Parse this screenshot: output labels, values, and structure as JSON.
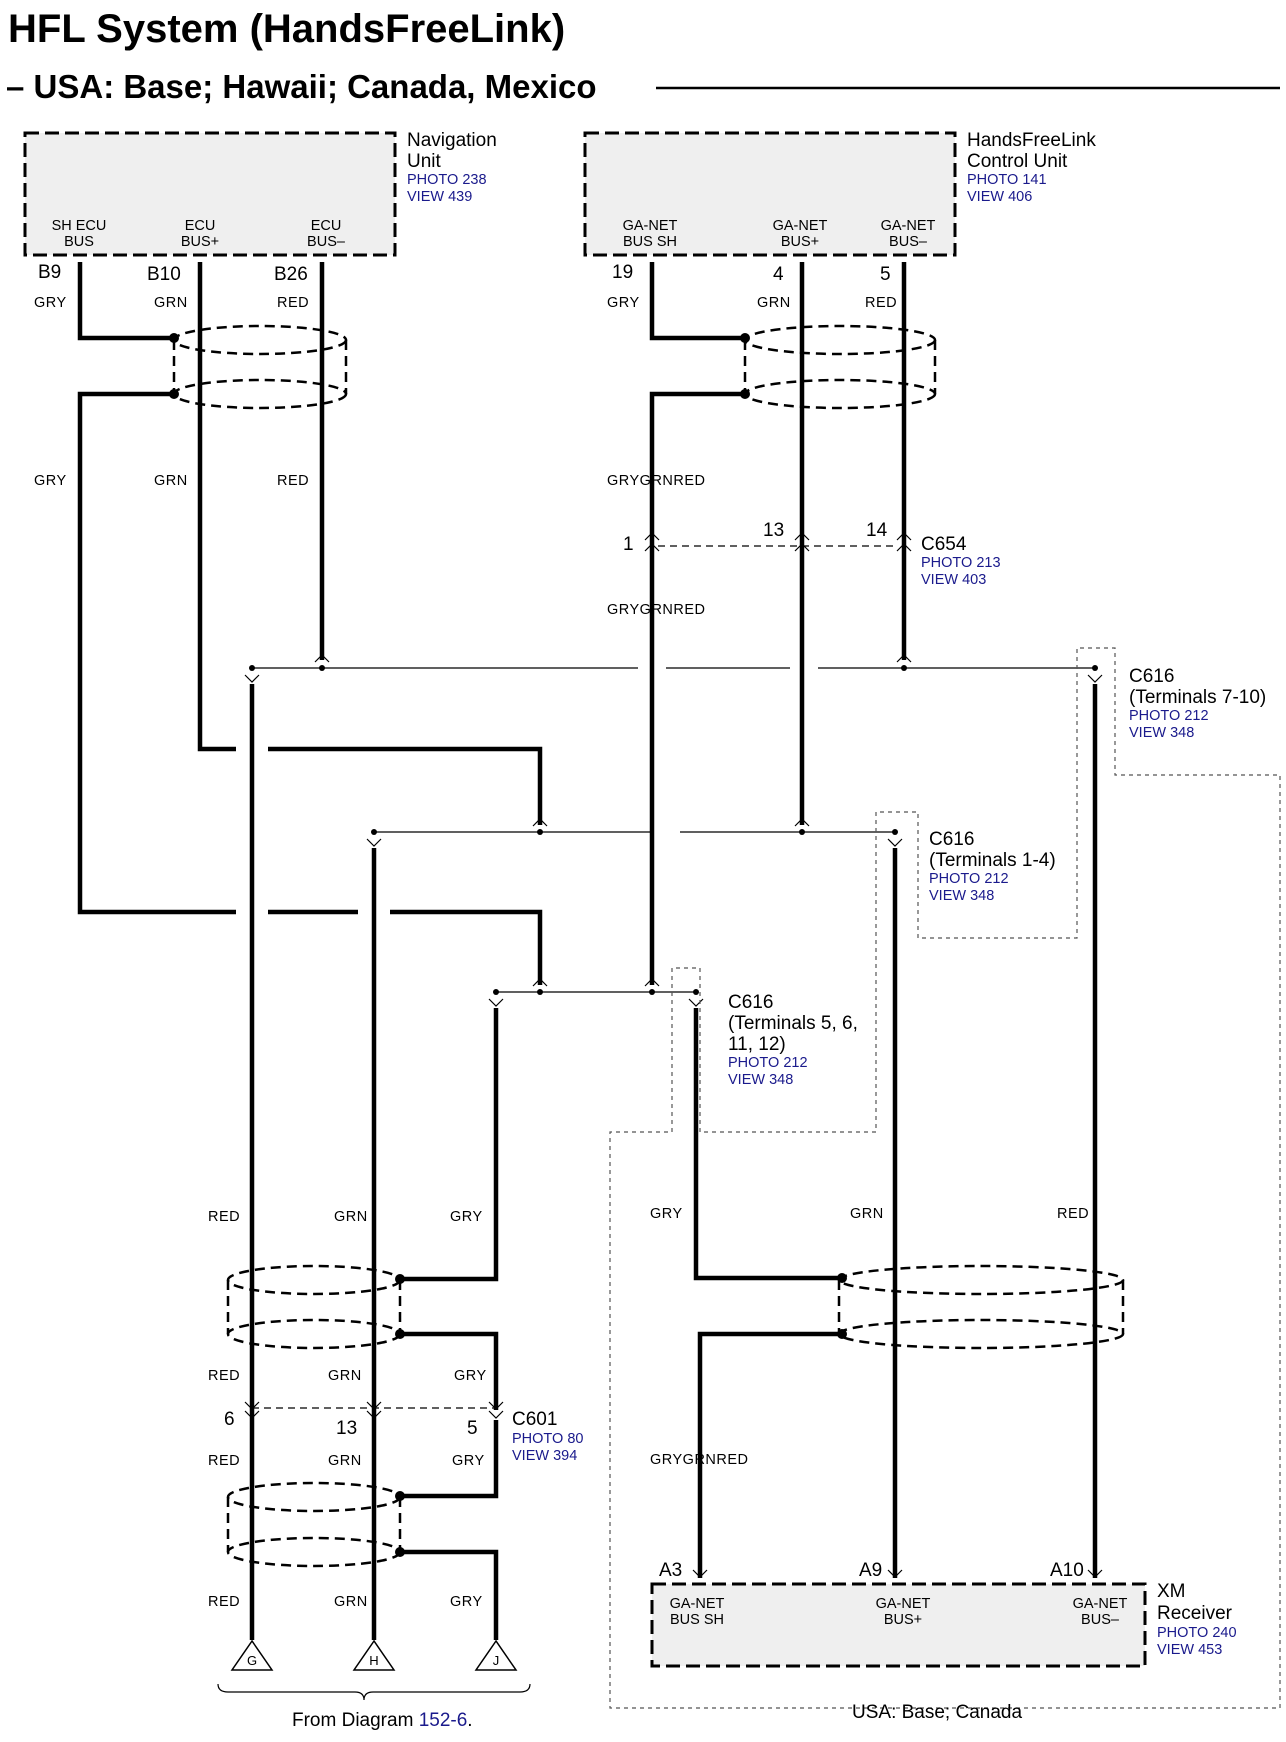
{
  "title": "HFL System (HandsFreeLink)",
  "subtitle": "– USA: Base; Hawaii; Canada, Mexico",
  "nav_unit": {
    "name_line1": "Navigation",
    "name_line2": "Unit",
    "photo": "PHOTO 238",
    "view": "VIEW 439",
    "pins": [
      {
        "l1": "SH ECU",
        "l2": "BUS",
        "num": "B9",
        "wire": "GRY"
      },
      {
        "l1": "ECU",
        "l2": "BUS+",
        "num": "B10",
        "wire": "GRN"
      },
      {
        "l1": "ECU",
        "l2": "BUS–",
        "num": "B26",
        "wire": "RED"
      }
    ]
  },
  "hfl_unit": {
    "name_line1": "HandsFreeLink",
    "name_line2": "Control Unit",
    "photo": "PHOTO 141",
    "view": "VIEW 406",
    "pins": [
      {
        "l1": "GA-NET",
        "l2": "BUS SH",
        "num": "19",
        "wire": "GRY"
      },
      {
        "l1": "GA-NET",
        "l2": "BUS+",
        "num": "4",
        "wire": "GRN"
      },
      {
        "l1": "GA-NET",
        "l2": "BUS–",
        "num": "5",
        "wire": "RED"
      }
    ]
  },
  "xm_receiver": {
    "name_line1": "XM",
    "name_line2": "Receiver",
    "photo": "PHOTO 240",
    "view": "VIEW 453",
    "pins": [
      {
        "l1": "GA-NET",
        "l2": "BUS SH",
        "num": "A3"
      },
      {
        "l1": "GA-NET",
        "l2": "BUS+",
        "num": "A9"
      },
      {
        "l1": "GA-NET",
        "l2": "BUS–",
        "num": "A10"
      }
    ]
  },
  "c654": {
    "name": "C654",
    "photo": "PHOTO 213",
    "view": "VIEW 403",
    "pins": [
      "1",
      "13",
      "14"
    ]
  },
  "c616_a": {
    "name": "C616",
    "terminals": "(Terminals 7-10)",
    "photo": "PHOTO 212",
    "view": "VIEW 348"
  },
  "c616_b": {
    "name": "C616",
    "terminals": "(Terminals 1-4)",
    "photo": "PHOTO 212",
    "view": "VIEW 348"
  },
  "c616_c": {
    "name": "C616",
    "terminals_l1": "(Terminals 5, 6,",
    "terminals_l2": "11, 12)",
    "photo": "PHOTO 212",
    "view": "VIEW 348"
  },
  "c601": {
    "name": "C601",
    "photo": "PHOTO 80",
    "view": "VIEW 394",
    "pins": [
      "6",
      "13",
      "5"
    ]
  },
  "wire_labels": {
    "gry": "GRY",
    "grn": "GRN",
    "red": "RED",
    "shielded": "GRYGRNRED"
  },
  "grounds": [
    "G",
    "H",
    "J"
  ],
  "footer": {
    "from_text": "From Diagram",
    "from_ref": "152-6",
    "from_end": ".",
    "region": "USA: Base; Canada"
  }
}
